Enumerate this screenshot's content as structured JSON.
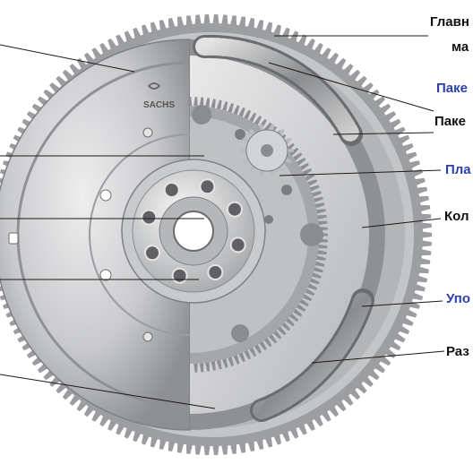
{
  "diagram": {
    "brand_logo_text": "SACHS",
    "labels": [
      {
        "id": "primary-flywheel",
        "text": "Главн",
        "text2": "ма",
        "color": "#111111"
      },
      {
        "id": "spring-pack-1",
        "text": "Паке",
        "color": "#2a3fb0"
      },
      {
        "id": "spring-pack-2",
        "text": "Паке",
        "color": "#111111"
      },
      {
        "id": "planetary-gear",
        "text": "Пла",
        "color": "#2a3fb0"
      },
      {
        "id": "ring",
        "text": "Кол",
        "color": "#111111"
      },
      {
        "id": "stop",
        "text": "Упо",
        "color": "#2a3fb0"
      },
      {
        "id": "separator",
        "text": "Раз",
        "color": "#111111"
      }
    ],
    "colors": {
      "metal_light": "#d9dadb",
      "metal_mid": "#a9abad",
      "metal_dark": "#6f7173",
      "leader_line": "#1a1a1a"
    }
  }
}
